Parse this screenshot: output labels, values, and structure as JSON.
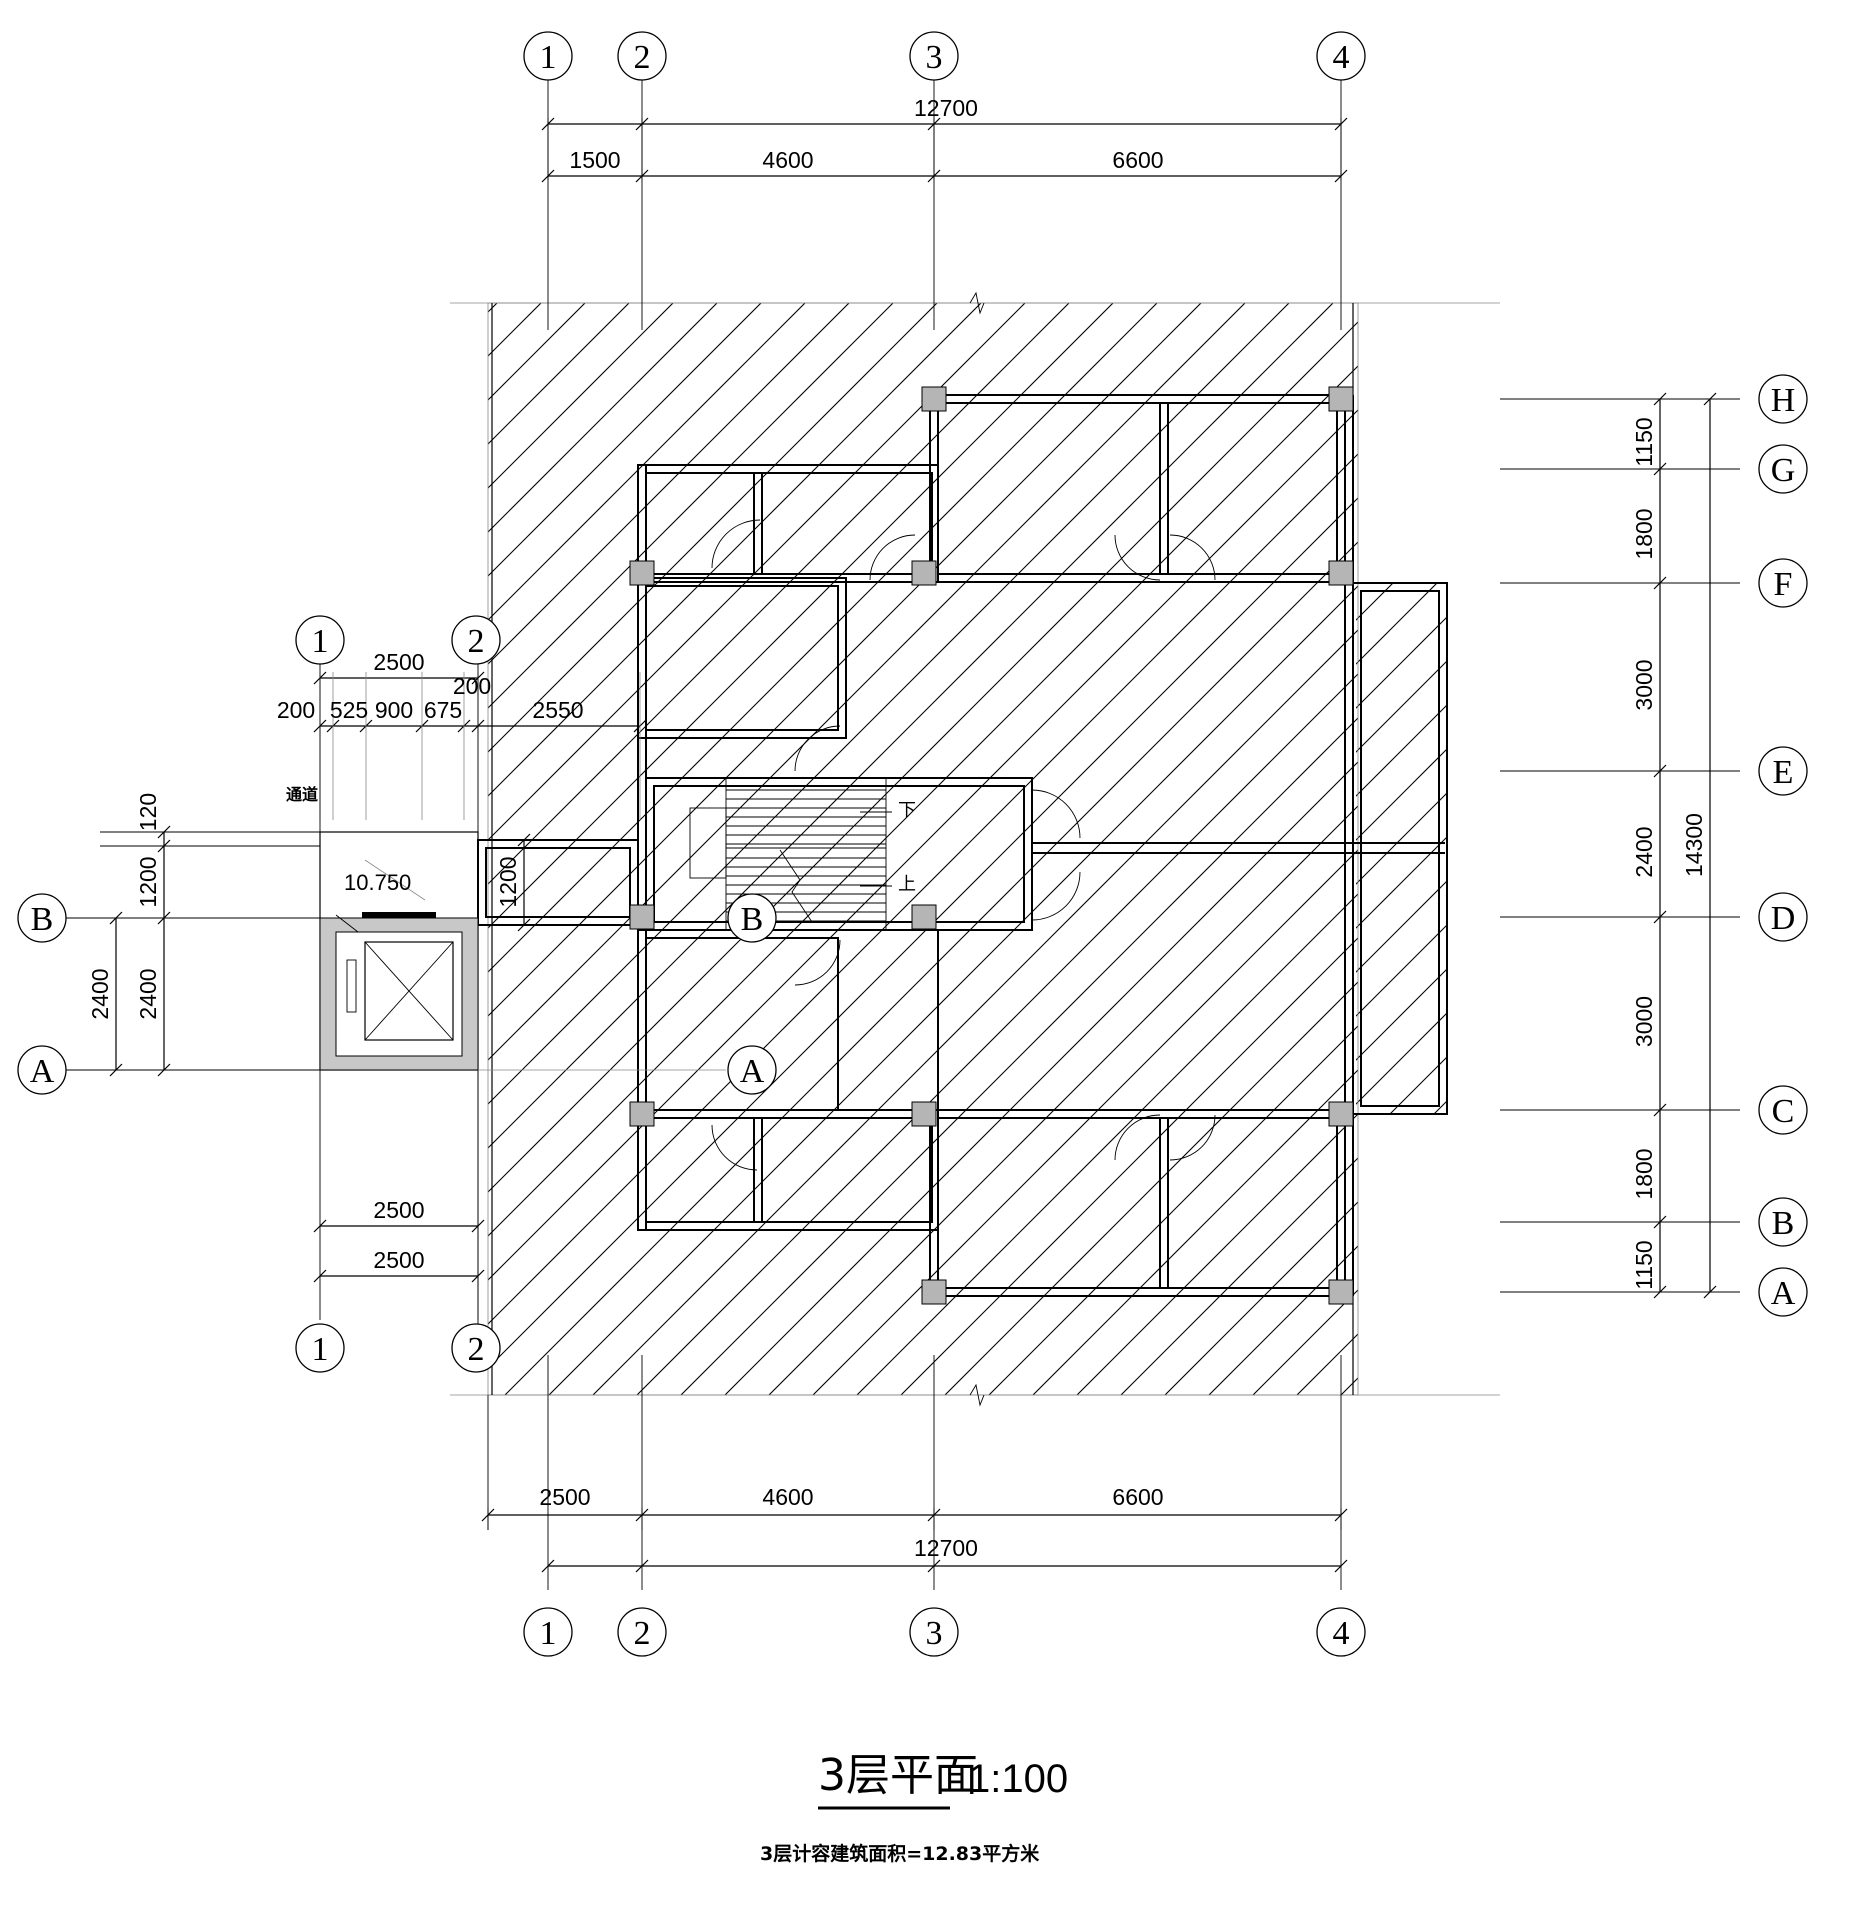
{
  "drawing": {
    "title": "3层平面",
    "scale": "1:100",
    "area_note": "3层计容建筑面积=12.83平方米",
    "elevation": "10.750",
    "passage_label": "通道",
    "stair_down": "下",
    "stair_up": "上"
  },
  "axes": {
    "columns_main": [
      "1",
      "2",
      "3",
      "4"
    ],
    "rows_main": [
      "H",
      "G",
      "F",
      "E",
      "D",
      "C",
      "B",
      "A"
    ],
    "columns_elevator": [
      "1",
      "2"
    ],
    "rows_elevator": [
      "B",
      "A"
    ],
    "rows_stair": [
      "B",
      "A"
    ]
  },
  "dimensions": {
    "top_total": "12700",
    "top_segments": [
      "1500",
      "4600",
      "6600"
    ],
    "bottom_segments": [
      "2500",
      "4600",
      "6600"
    ],
    "bottom_total": "12700",
    "right_segments": [
      "1150",
      "1800",
      "3000",
      "2400",
      "3000",
      "1800",
      "1150"
    ],
    "right_total": "14300",
    "elev_top_total": "2500",
    "elev_top_segments": [
      "200",
      "525",
      "900",
      "675",
      "200",
      "2550"
    ],
    "elev_left_outer": "2400",
    "elev_left_inner": [
      "120",
      "1200",
      "2400"
    ],
    "elev_passage": "1200",
    "elev_bottom_1": "2500",
    "elev_bottom_2": "2500"
  }
}
